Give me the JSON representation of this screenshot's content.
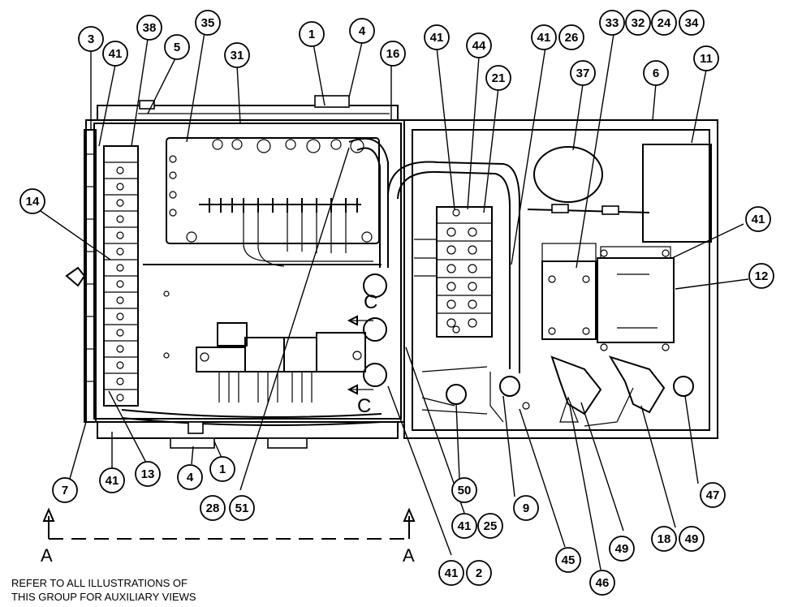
{
  "note_lines": [
    "REFER TO ALL ILLUSTRATIONS OF",
    "THIS GROUP FOR AUXILIARY VIEWS"
  ],
  "view_markers": [
    "A",
    "A"
  ],
  "section_markers": [
    "C",
    "C"
  ],
  "callouts": [
    "3",
    "41",
    "38",
    "5",
    "35",
    "31",
    "1",
    "4",
    "16",
    "41",
    "44",
    "21",
    "41",
    "26",
    "33",
    "32",
    "24",
    "34",
    "37",
    "6",
    "11",
    "14",
    "41",
    "12",
    "7",
    "41",
    "13",
    "4",
    "1",
    "28",
    "51",
    "50",
    "9",
    "47",
    "41",
    "25",
    "41",
    "2",
    "45",
    "49",
    "18",
    "49",
    "46"
  ]
}
